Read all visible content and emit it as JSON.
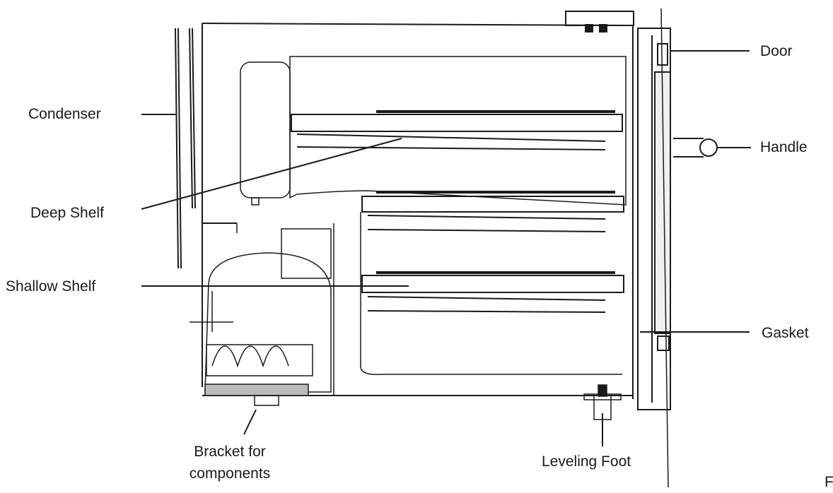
{
  "labels": {
    "condenser": "Condenser",
    "deep_shelf": "Deep Shelf",
    "shallow_shelf": "Shallow Shelf",
    "bracket_line1": "Bracket for",
    "bracket_line2": "components",
    "leveling_foot": "Leveling Foot",
    "door": "Door",
    "handle": "Handle",
    "gasket": "Gasket",
    "edge_fragment": "F"
  },
  "colors": {
    "ink": "#1a1a1a",
    "background": "#ffffff"
  }
}
